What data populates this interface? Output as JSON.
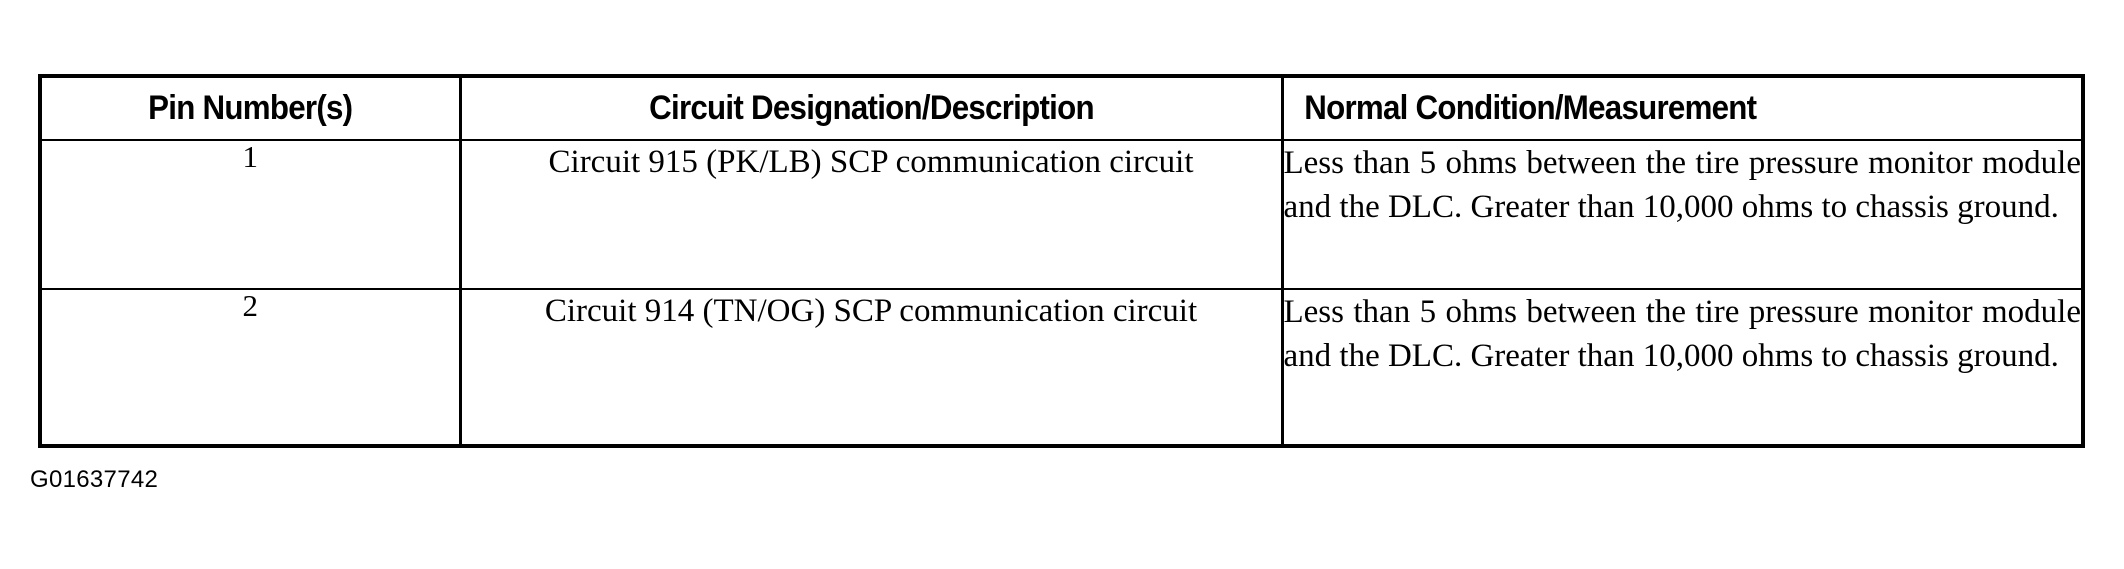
{
  "table": {
    "columns": [
      {
        "key": "pin",
        "header": "Pin Number(s)"
      },
      {
        "key": "desc",
        "header": "Circuit Designation/Description"
      },
      {
        "key": "normal",
        "header": "Normal Condition/Measurement"
      }
    ],
    "rows": [
      {
        "pin": "1",
        "desc": "Circuit 915 (PK/LB) SCP communication circuit",
        "normal": "Less than 5 ohms between the tire pressure monitor module and the DLC. Greater than 10,000 ohms to chassis ground."
      },
      {
        "pin": "2",
        "desc": "Circuit 914 (TN/OG) SCP communication circuit",
        "normal": "Less than 5 ohms between the tire pressure monitor module and the DLC. Greater than 10,000 ohms to chassis ground."
      }
    ]
  },
  "caption": {
    "figure_id": "G01637742"
  },
  "colors": {
    "ink": "#000000",
    "paper": "#ffffff"
  }
}
